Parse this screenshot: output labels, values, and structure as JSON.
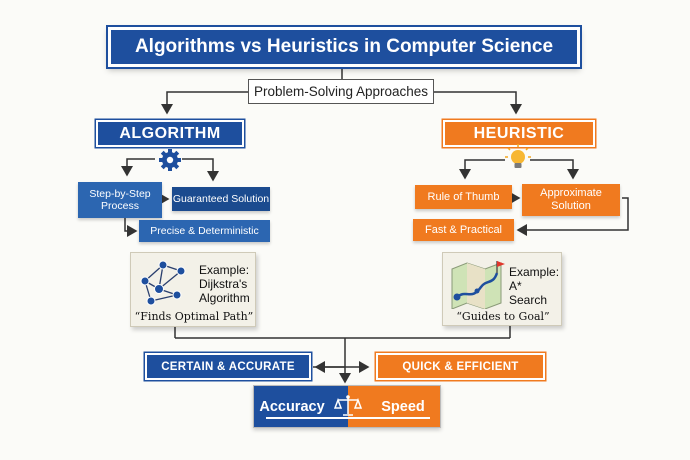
{
  "title": "Algorithms vs Heuristics in Computer Science",
  "subtitle": "Problem-Solving Approaches",
  "algorithm": {
    "header": "ALGORITHM",
    "step_line1": "Step-by-Step",
    "step_line2": "Process",
    "guaranteed": "Guaranteed Solution",
    "precise": "Precise & Deterministic",
    "example_label": "Example:",
    "example_line1": "Dijkstra's",
    "example_line2": "Algorithm",
    "example_quote": "“Finds Optimal Path”"
  },
  "heuristic": {
    "header": "HEURISTIC",
    "rule": "Rule of Thumb",
    "approx_line1": "Approximate",
    "approx_line2": "Solution",
    "fast": "Fast & Practical",
    "example_label": "Example:",
    "example_line1": "A* Search",
    "example_quote": "“Guides to Goal”"
  },
  "bottom": {
    "certain": "CERTAIN & ACCURATE",
    "quick": "QUICK & EFFICIENT",
    "accuracy": "Accuracy",
    "speed": "Speed"
  },
  "colors": {
    "algorithm_blue": "#1e4f9e",
    "heuristic_orange": "#f07a1f"
  },
  "icons": [
    "gear-icon",
    "lightbulb-icon",
    "network-graph-icon",
    "map-icon",
    "balance-scale-icon"
  ]
}
